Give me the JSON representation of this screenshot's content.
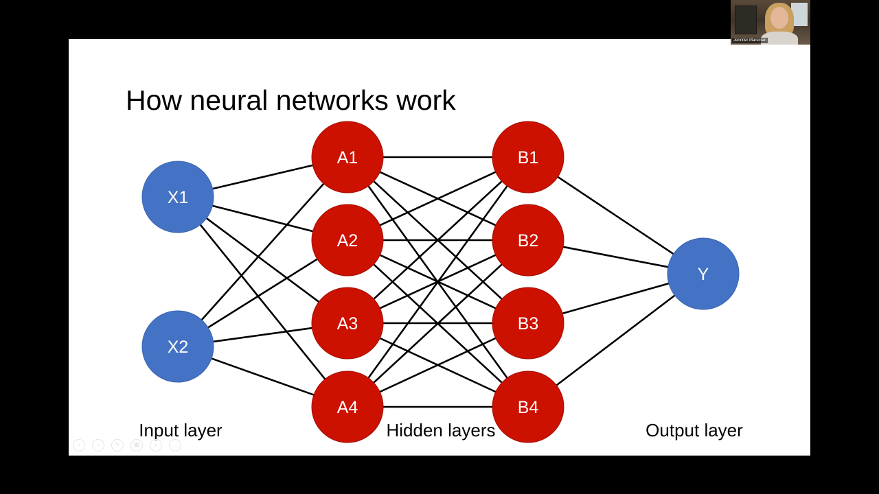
{
  "slide": {
    "title": "How neural networks work",
    "colors": {
      "input_node": "#4472c4",
      "hidden_node": "#cc1100",
      "output_node": "#4472c4",
      "edge": "#000000",
      "background": "#ffffff"
    },
    "layers": {
      "input": {
        "label": "Input layer",
        "nodes": [
          "X1",
          "X2"
        ]
      },
      "hidden_a": {
        "nodes": [
          "A1",
          "A2",
          "A3",
          "A4"
        ]
      },
      "hidden_b": {
        "nodes": [
          "B1",
          "B2",
          "B3",
          "B4"
        ]
      },
      "hidden_label": "Hidden layers",
      "output": {
        "label": "Output layer",
        "nodes": [
          "Y"
        ]
      }
    },
    "connectivity": "fully-connected between adjacent layers"
  },
  "presenter_video": {
    "name": "Jennifer Marsman"
  },
  "slide_controls": [
    {
      "icon": "previous-slide-icon",
      "glyph": "‹"
    },
    {
      "icon": "next-slide-icon",
      "glyph": "›"
    },
    {
      "icon": "pen-icon",
      "glyph": "✎"
    },
    {
      "icon": "slides-grid-icon",
      "glyph": "▦"
    },
    {
      "icon": "zoom-icon",
      "glyph": "⌕"
    },
    {
      "icon": "more-options-icon",
      "glyph": "…"
    }
  ]
}
